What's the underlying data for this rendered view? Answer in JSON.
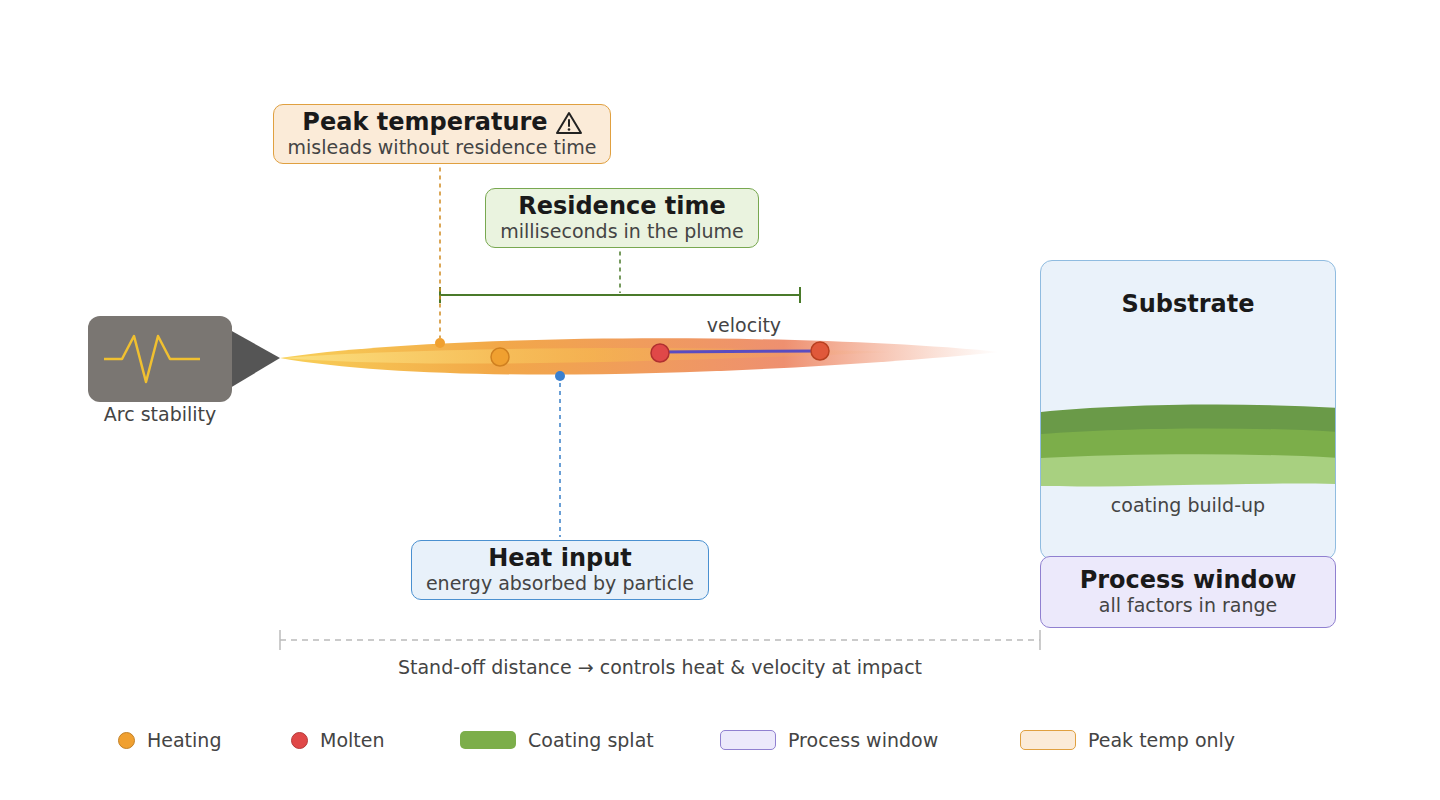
{
  "diagram": {
    "nodes": [
      {
        "text": [
          "Arc stability"
        ]
      },
      {
        "text": [
          "Peak temperature",
          "misleads without residence time"
        ]
      },
      {
        "text": [
          "Residence time",
          "milliseconds in the plume"
        ]
      },
      {
        "text": [
          "Heat input",
          "energy absorbed by particle"
        ]
      },
      {
        "text": [
          "Substrate",
          "coating build-up"
        ]
      },
      {
        "text": [
          "Process window",
          "all factors in range"
        ]
      }
    ],
    "labels": [
      "velocity",
      "Stand-off distance → controls heat & velocity at impact"
    ],
    "legend": [
      {
        "text": "Heating",
        "color": "#f0a030"
      },
      {
        "text": "Molten",
        "color": "#e04848"
      },
      {
        "text": "Coating splat",
        "color": "#7cae4a"
      },
      {
        "text": "Process window",
        "color": "#ece9fb"
      },
      {
        "text": "Peak temp only",
        "color": "#fbebd8"
      }
    ]
  }
}
